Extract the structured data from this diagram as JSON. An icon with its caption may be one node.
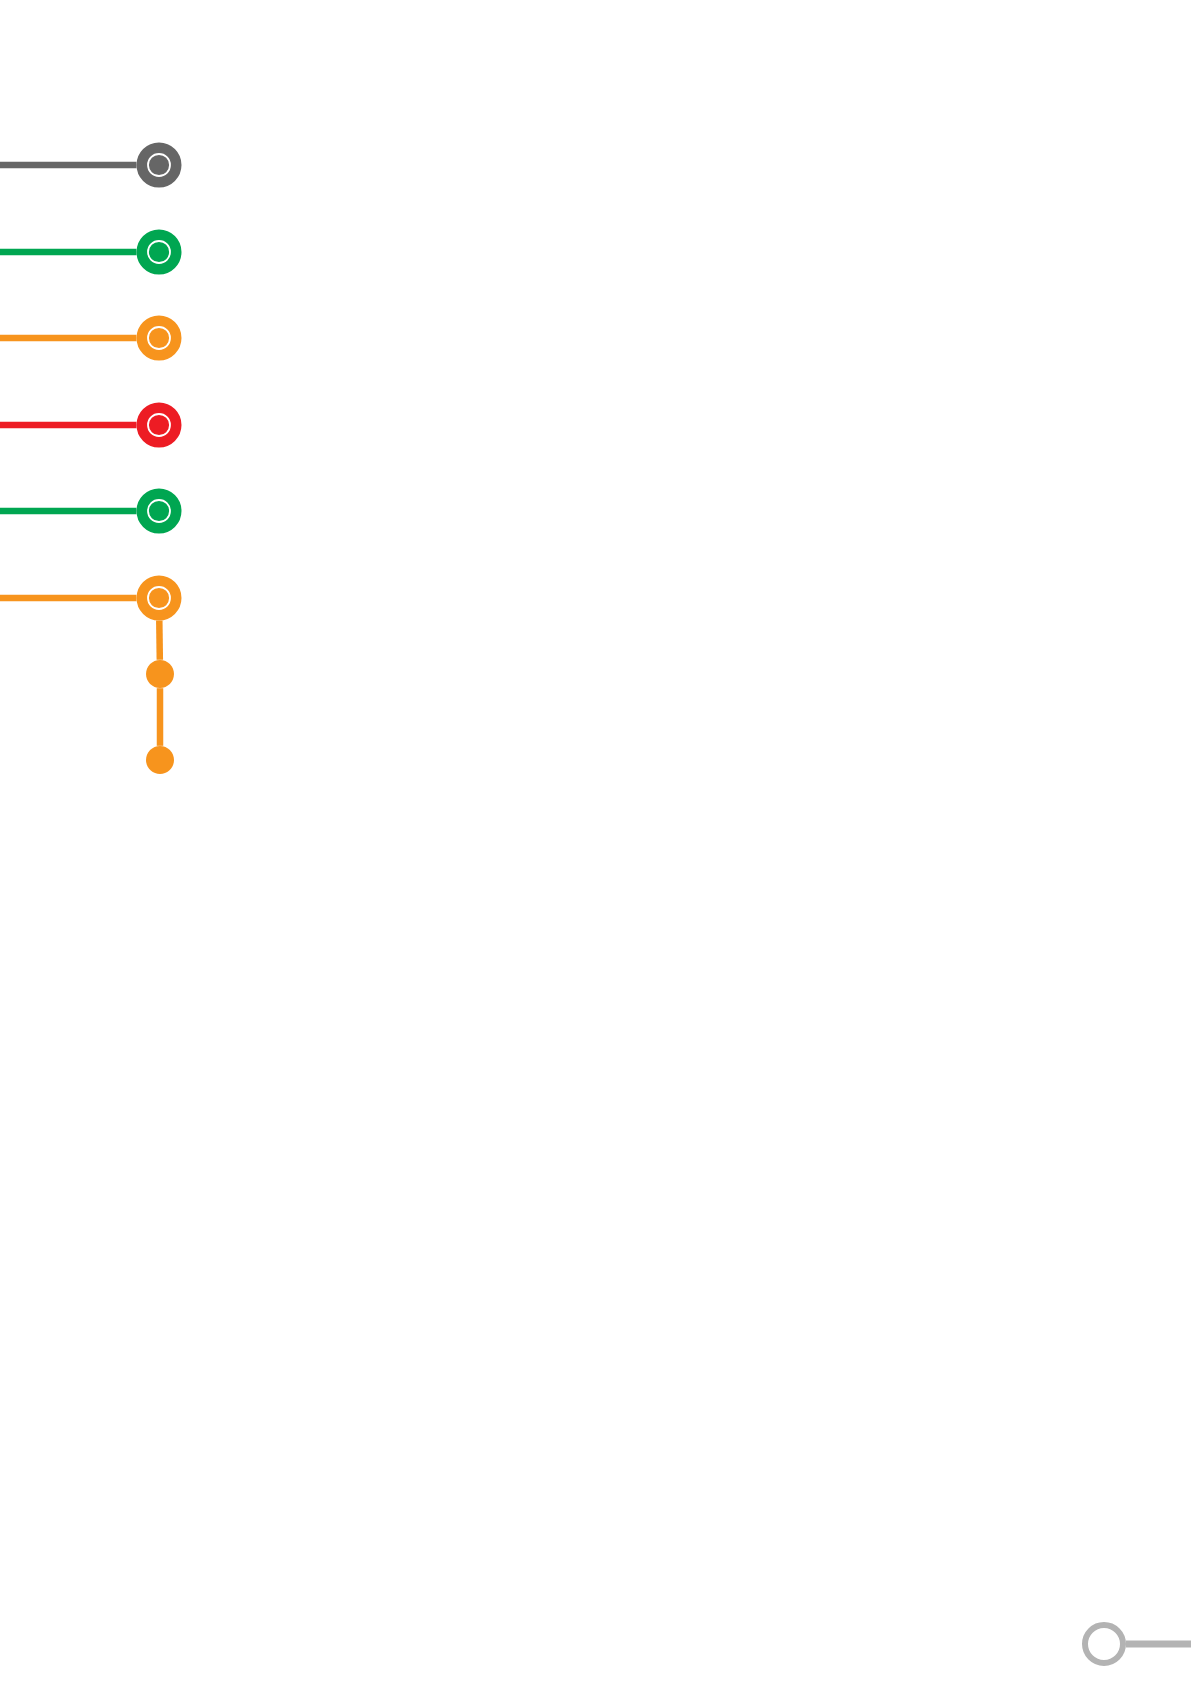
{
  "diagram": {
    "nodes": [
      {
        "text": [],
        "shape": "circle"
      },
      {
        "text": [],
        "shape": "circle"
      },
      {
        "text": [],
        "shape": "circle"
      },
      {
        "text": [],
        "shape": "circle"
      },
      {
        "text": [],
        "shape": "circle"
      },
      {
        "text": [],
        "shape": "circle"
      },
      {
        "text": [],
        "shape": "circle"
      },
      {
        "text": [],
        "shape": "circle"
      },
      {
        "text": [],
        "shape": "circle"
      }
    ],
    "edges": [
      {
        "from": null,
        "to": 0,
        "arrow": "none",
        "color": "#666666"
      },
      {
        "from": null,
        "to": 1,
        "arrow": "none",
        "color": "#00a651"
      },
      {
        "from": null,
        "to": 2,
        "arrow": "none",
        "color": "#f7941d"
      },
      {
        "from": null,
        "to": 3,
        "arrow": "none",
        "color": "#ed1c24"
      },
      {
        "from": null,
        "to": 4,
        "arrow": "none",
        "color": "#00a651"
      },
      {
        "from": null,
        "to": 5,
        "arrow": "none",
        "color": "#f7941d"
      },
      {
        "from": 5,
        "to": 6,
        "arrow": "none",
        "color": "#f7941d"
      },
      {
        "from": 6,
        "to": 7,
        "arrow": "none",
        "color": "#f7941d"
      },
      {
        "from": 8,
        "to": null,
        "arrow": "none",
        "color": "#b3b3b3"
      }
    ]
  }
}
